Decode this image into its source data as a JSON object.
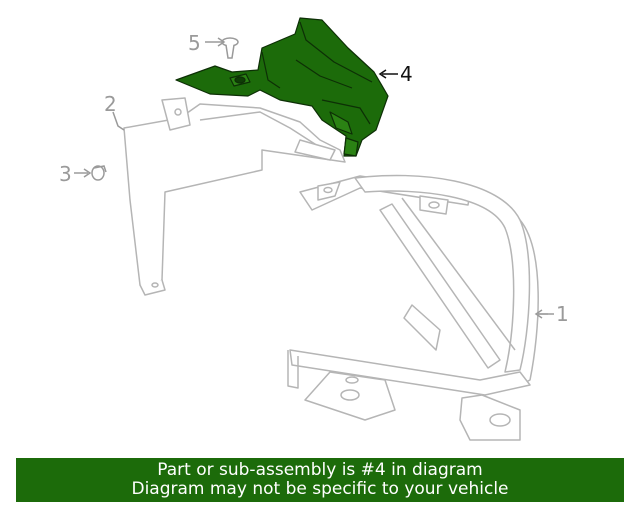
{
  "callouts": {
    "part1": "1",
    "part2": "2",
    "part3": "3",
    "part4": "4",
    "part5": "5"
  },
  "banner": {
    "line1": "Part or sub-assembly is #4 in diagram",
    "line2": "Diagram may not be specific to your vehicle"
  },
  "colors": {
    "highlight_part": "#1c6b0a",
    "banner_background": "#1c6b0a",
    "banner_text": "#ffffff",
    "line_art": "#b5b5b5"
  }
}
